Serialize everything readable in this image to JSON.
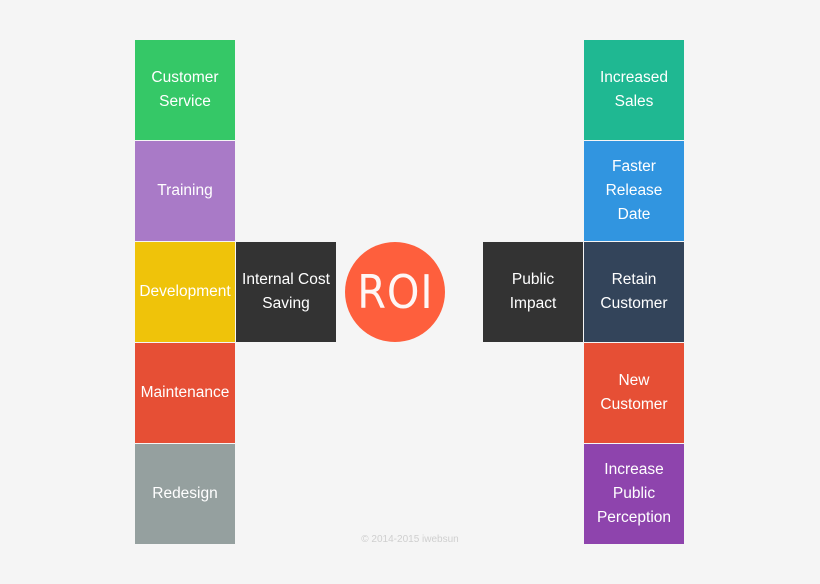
{
  "center": {
    "label": "ROI",
    "color": "#fe5f3d"
  },
  "left_hub": {
    "label": "Internal Cost Saving",
    "color": "#333333"
  },
  "right_hub": {
    "label": "Public Impact",
    "color": "#333333"
  },
  "left_column": [
    {
      "label": "Customer Service",
      "color": "#35c867"
    },
    {
      "label": "Training",
      "color": "#a97ac7"
    },
    {
      "label": "Development",
      "color": "#efc30a"
    },
    {
      "label": "Maintenance",
      "color": "#e64f35"
    },
    {
      "label": "Redesign",
      "color": "#95a09f"
    }
  ],
  "right_column": [
    {
      "label": "Increased Sales",
      "color": "#1fb892"
    },
    {
      "label": "Faster Release Date",
      "color": "#3195e0"
    },
    {
      "label": "Retain Customer",
      "color": "#33445a"
    },
    {
      "label": "New Customer",
      "color": "#e64f35"
    },
    {
      "label": "Increase Public Perception",
      "color": "#8e44ad"
    }
  ],
  "footer": {
    "copyright": "© 2014-2015 iwebsun"
  }
}
